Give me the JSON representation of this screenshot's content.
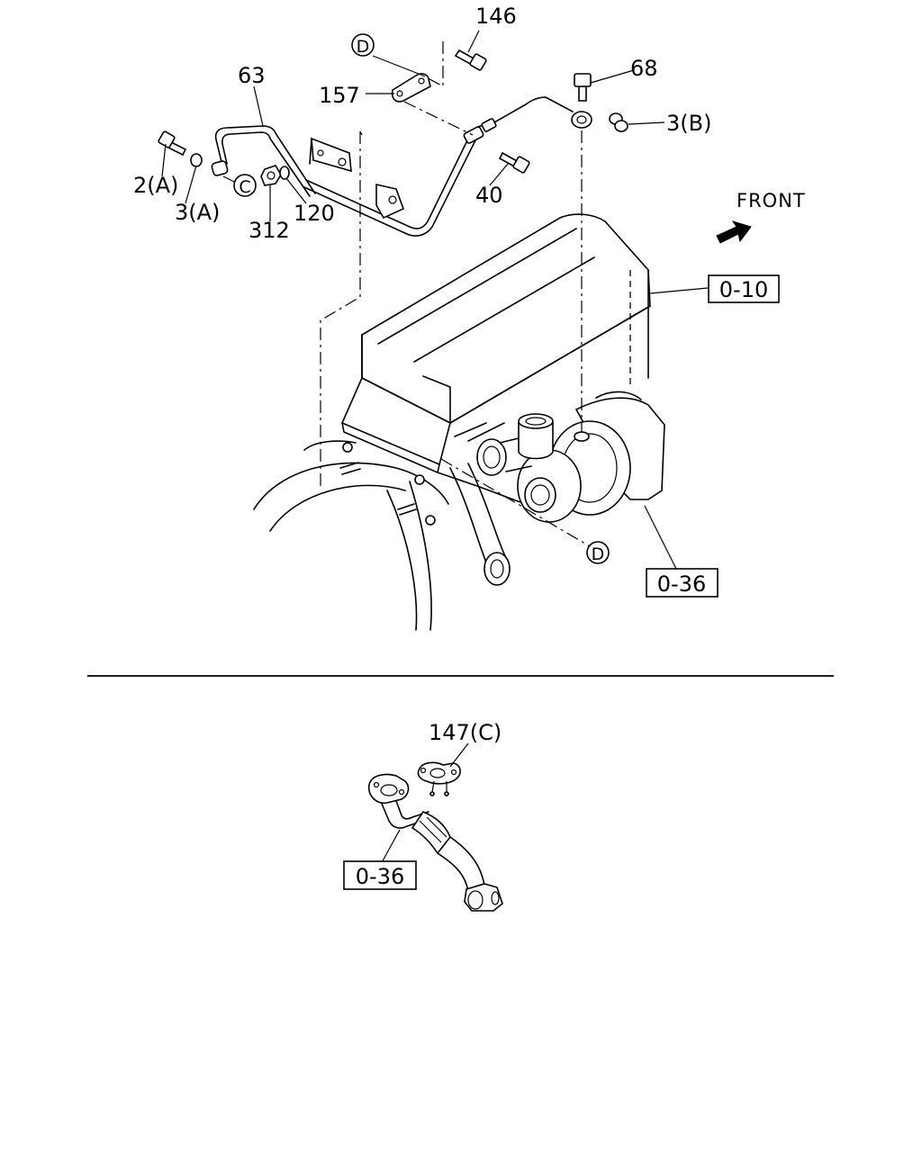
{
  "callouts": {
    "p146": "146",
    "p68": "68",
    "p63": "63",
    "p157": "157",
    "p3b": "3(B)",
    "p2a": "2(A)",
    "p3a": "3(A)",
    "p40": "40",
    "p120": "120",
    "p312": "312",
    "p147c": "147(C)"
  },
  "circled_refs": {
    "d_top": "D",
    "c_ref": "C",
    "d_bottom": "D"
  },
  "boxed_refs": {
    "ref_0_10": "0-10",
    "ref_0_36_top": "0-36",
    "ref_0_36_bottom": "0-36"
  },
  "direction": {
    "label": "FRONT",
    "icon": "arrow-icon"
  }
}
